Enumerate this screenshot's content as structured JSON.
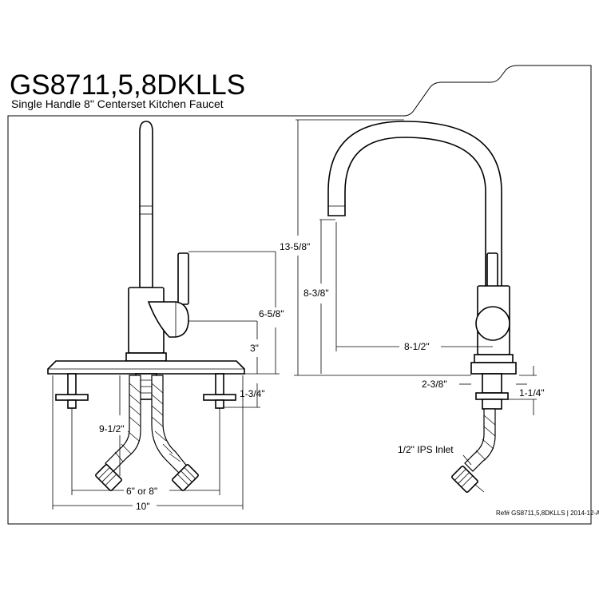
{
  "header": {
    "model": "GS8711,5,8DKLLS",
    "description": "Single Handle 8\" Centerset Kitchen Faucet"
  },
  "dimensions": {
    "overall_height": "13-5/8\"",
    "spout_height": "8-3/8\"",
    "handle_height": "6-5/8\"",
    "handle_base": "3\"",
    "deck_plate_depth": "1-3/4\"",
    "hose_length": "9-1/2\"",
    "centers": "6\" or 8\"",
    "plate_width": "10\"",
    "spout_reach": "8-1/2\"",
    "base_diameter": "2-3/8\"",
    "shank": "1-1/4\"",
    "inlet": "1/2\" IPS Inlet"
  },
  "footer": {
    "reference": "Ref# GS8711,5,8DKLLS | 2014-12-A"
  }
}
